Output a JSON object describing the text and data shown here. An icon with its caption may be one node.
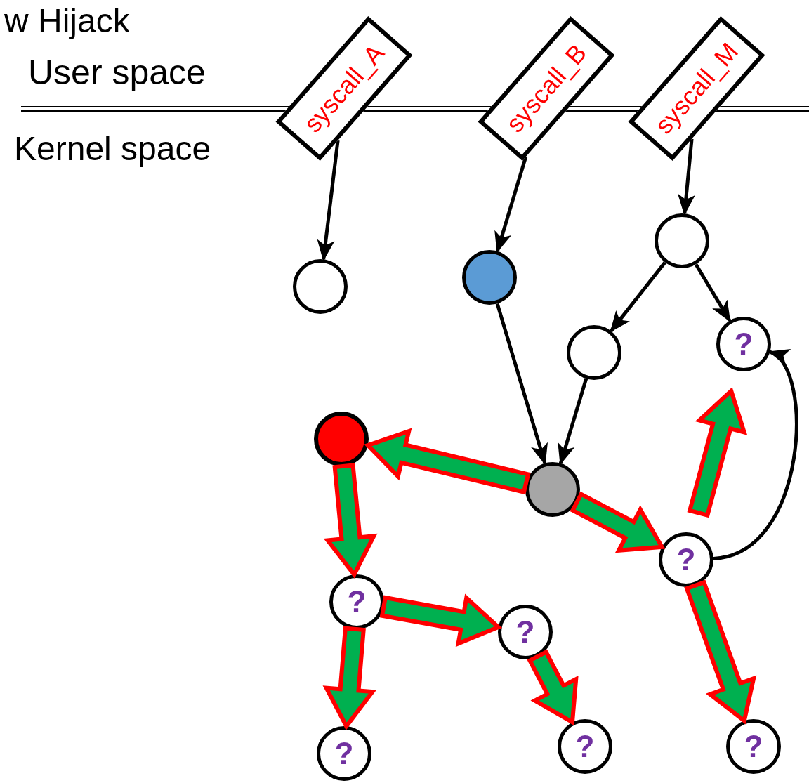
{
  "diagram": {
    "title": "w Hijack",
    "nodes": [
      {
        "text": [
          "syscall_A"
        ]
      },
      {
        "text": [
          "syscall_B"
        ]
      },
      {
        "text": [
          "syscall_M"
        ]
      },
      {
        "text": [],
        "shape": "circle"
      },
      {
        "text": [],
        "shape": "circle"
      },
      {
        "text": [],
        "shape": "circle"
      },
      {
        "text": [],
        "shape": "circle"
      },
      {
        "text": [
          "?"
        ]
      },
      {
        "text": [],
        "shape": "circle"
      },
      {
        "text": [],
        "shape": "circle"
      },
      {
        "text": [
          "?"
        ]
      },
      {
        "text": [
          "?"
        ]
      },
      {
        "text": [
          "?"
        ]
      },
      {
        "text": [
          "?"
        ]
      },
      {
        "text": [
          "?"
        ]
      },
      {
        "text": [
          "?"
        ]
      }
    ],
    "edges": [
      {
        "from": 0,
        "to": 3,
        "arrow": "to"
      },
      {
        "from": 1,
        "to": 4,
        "arrow": "to"
      },
      {
        "from": 2,
        "to": 5,
        "arrow": "to"
      },
      {
        "from": 5,
        "to": 6,
        "arrow": "to"
      },
      {
        "from": 5,
        "to": 7,
        "arrow": "to"
      },
      {
        "from": 4,
        "to": 9,
        "arrow": "to"
      },
      {
        "from": 6,
        "to": 9,
        "arrow": "to"
      },
      {
        "from": 10,
        "to": 7,
        "arrow": "to"
      },
      {
        "from": 9,
        "to": 8,
        "arrow": "to",
        "style": "thick",
        "color": "#00b050"
      },
      {
        "from": 9,
        "to": 10,
        "arrow": "to",
        "style": "thick",
        "color": "#00b050"
      },
      {
        "from": 10,
        "to": 7,
        "arrow": "to",
        "style": "thick",
        "color": "#00b050"
      },
      {
        "from": 8,
        "to": 11,
        "arrow": "to",
        "style": "thick",
        "color": "#00b050"
      },
      {
        "from": 11,
        "to": 12,
        "arrow": "to",
        "style": "thick",
        "color": "#00b050"
      },
      {
        "from": 11,
        "to": 13,
        "arrow": "to",
        "style": "thick",
        "color": "#00b050"
      },
      {
        "from": 12,
        "to": 14,
        "arrow": "to",
        "style": "thick",
        "color": "#00b050"
      },
      {
        "from": 10,
        "to": 15,
        "arrow": "to",
        "style": "thick",
        "color": "#00b050"
      }
    ],
    "labels": [
      "User space",
      "Kernel space"
    ]
  }
}
